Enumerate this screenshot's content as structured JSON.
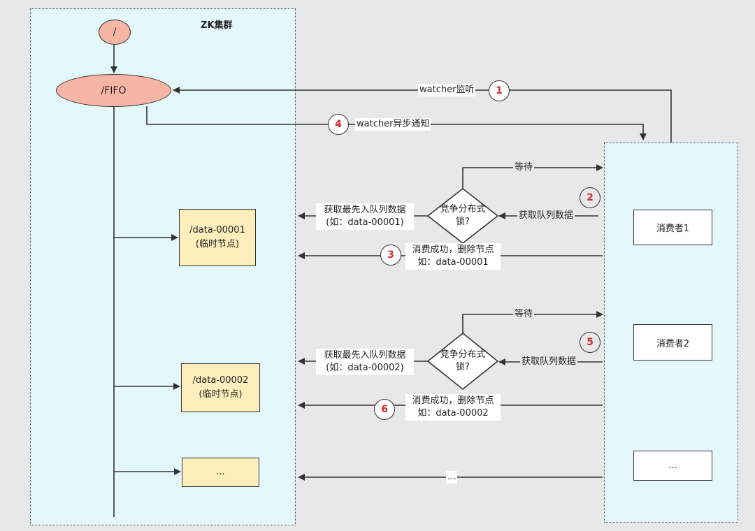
{
  "cluster": {
    "title": "ZK集群"
  },
  "root_node": {
    "label": "/"
  },
  "fifo_node": {
    "label": "/FIFO"
  },
  "data_nodes": [
    {
      "line1": "/data-00001",
      "line2": "(临时节点)"
    },
    {
      "line1": "/data-00002",
      "line2": "(临时节点)"
    },
    {
      "line1": "...",
      "line2": ""
    }
  ],
  "consumers": [
    {
      "label": "消费者1"
    },
    {
      "label": "消费者2"
    },
    {
      "label": "..."
    }
  ],
  "steps": {
    "step1": {
      "num": "1",
      "label": "watcher监听"
    },
    "step4": {
      "num": "4",
      "label": "watcher异步通知"
    },
    "step2": {
      "num": "2"
    },
    "step3": {
      "num": "3",
      "line1": "消费成功，删除节点",
      "line2": "如：data-00001"
    },
    "step5": {
      "num": "5"
    },
    "step6": {
      "num": "6",
      "line1": "消费成功，删除节点",
      "line2": "如：data-00002"
    },
    "ellipsis": {
      "label": "..."
    }
  },
  "locks": [
    {
      "decision_line1": "竞争分布式",
      "decision_line2": "锁?",
      "wait_label": "等待",
      "get_queue_label": "获取队列数据",
      "fetch_line1": "获取最先入队列数据",
      "fetch_line2": "(如：data-00001)"
    },
    {
      "decision_line1": "竞争分布式",
      "decision_line2": "锁?",
      "wait_label": "等待",
      "get_queue_label": "获取队列数据",
      "fetch_line1": "获取最先入队列数据",
      "fetch_line2": "(如：data-00002)"
    }
  ],
  "colors": {
    "panel_bg": "#e4f8fc",
    "ellipse_fill": "#f7b5a6",
    "node_fill": "#fdeebc",
    "step_number": "#d22b2b",
    "canvas_bg": "#e8e8e8"
  }
}
